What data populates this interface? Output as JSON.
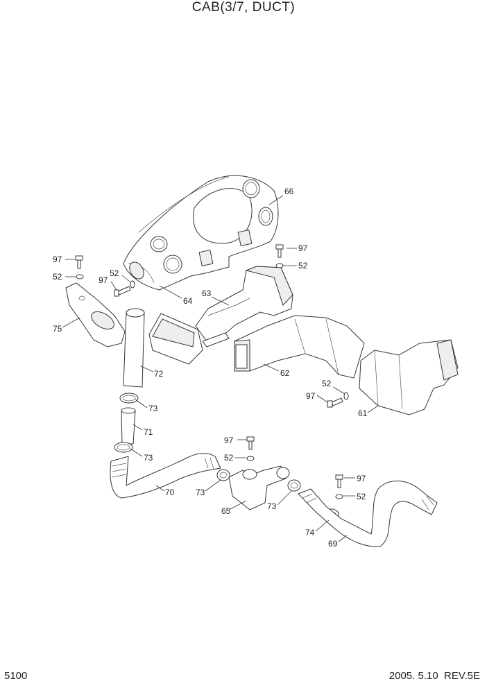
{
  "title": "CAB(3/7, DUCT)",
  "page_number": "5100",
  "revision": "2005. 5.10  REV.5E",
  "labels": [
    "66",
    "97",
    "52",
    "52",
    "97",
    "64",
    "63",
    "97",
    "52",
    "75",
    "72",
    "62",
    "52",
    "97",
    "61",
    "73",
    "71",
    "73",
    "97",
    "52",
    "70",
    "73",
    "65",
    "73",
    "97",
    "52",
    "74",
    "69"
  ]
}
